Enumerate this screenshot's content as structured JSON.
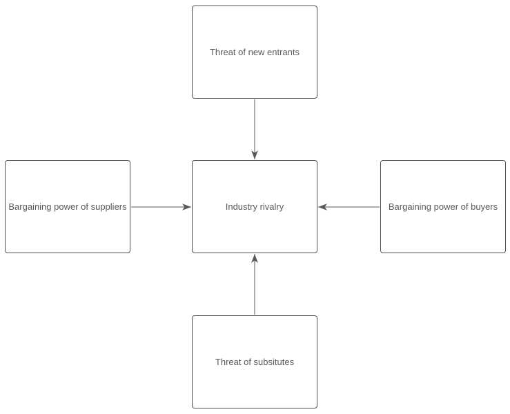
{
  "diagram": {
    "nodes": {
      "new_entrants": {
        "label": "Threat of new entrants"
      },
      "suppliers": {
        "label": "Bargaining power of suppliers"
      },
      "rivalry": {
        "label": "Industry rivalry"
      },
      "buyers": {
        "label": "Bargaining power of buyers"
      },
      "substitutes": {
        "label": "Threat of subsitutes"
      }
    },
    "edges": [
      {
        "from": "new_entrants",
        "to": "rivalry",
        "direction": "down"
      },
      {
        "from": "suppliers",
        "to": "rivalry",
        "direction": "right"
      },
      {
        "from": "buyers",
        "to": "rivalry",
        "direction": "left"
      },
      {
        "from": "substitutes",
        "to": "rivalry",
        "direction": "up"
      }
    ],
    "colors": {
      "box_border": "#4d4d4d",
      "box_fill": "#ffffff",
      "text": "#595959",
      "arrow": "#595959",
      "background": "#ffffff"
    }
  }
}
